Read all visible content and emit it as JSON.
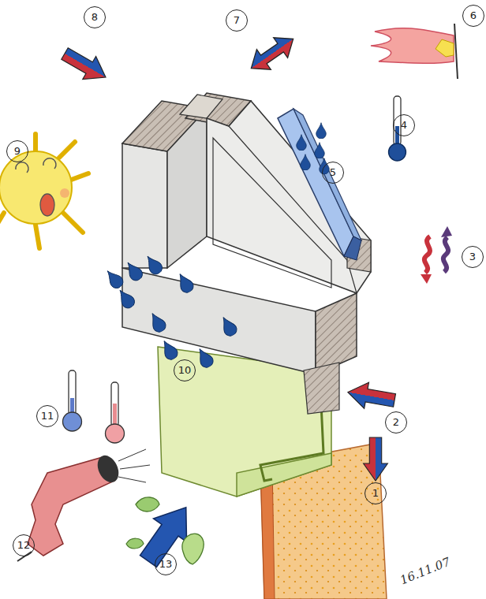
{
  "diagram": {
    "labels": [
      "1",
      "2",
      "3",
      "4",
      "5",
      "6",
      "7",
      "8",
      "9",
      "10",
      "11",
      "12",
      "13",
      "16.11.07"
    ]
  }
}
